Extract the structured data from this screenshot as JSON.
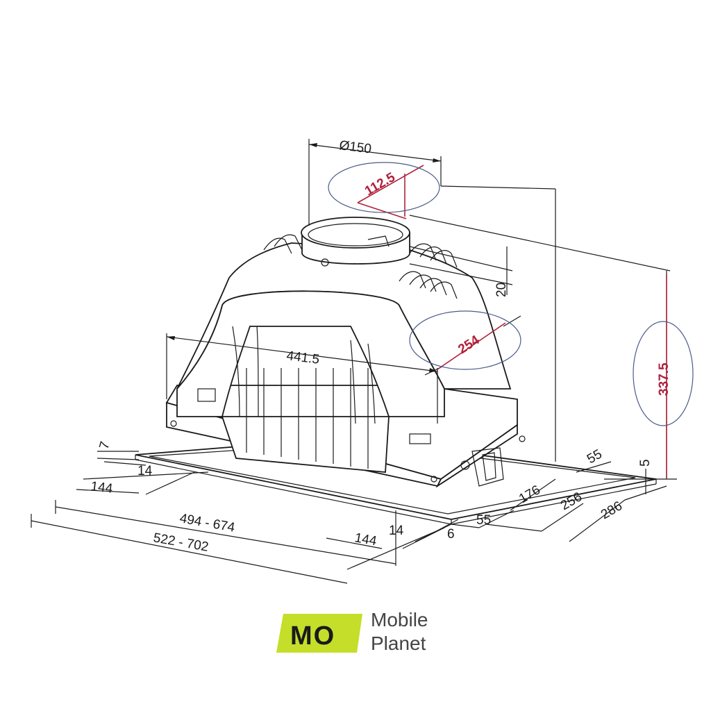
{
  "drawing": {
    "dimensions": {
      "duct_diameter": "Ø150",
      "duct_offset": "112.5",
      "top_height": "20",
      "depth_offset": "254",
      "body_width": "441.5",
      "total_height": "337.5",
      "frame_thickness": "7",
      "left_14": "14",
      "left_144": "144",
      "cutout_range": "494  -  674",
      "outer_range": "522  -  702",
      "right_144": "144",
      "right_14": "14",
      "right_6": "6",
      "depth_55_bottom": "55",
      "depth_176": "176",
      "depth_256": "256",
      "depth_286": "286",
      "depth_55_top": "55",
      "height_5": "5"
    },
    "highlight_color": "#b0203a",
    "ellipse_color": "#4a5a8a"
  },
  "logo": {
    "badge_text": "MO",
    "badge_color": "#c4de2a",
    "line1": "Mobile",
    "line2": "Planet"
  }
}
